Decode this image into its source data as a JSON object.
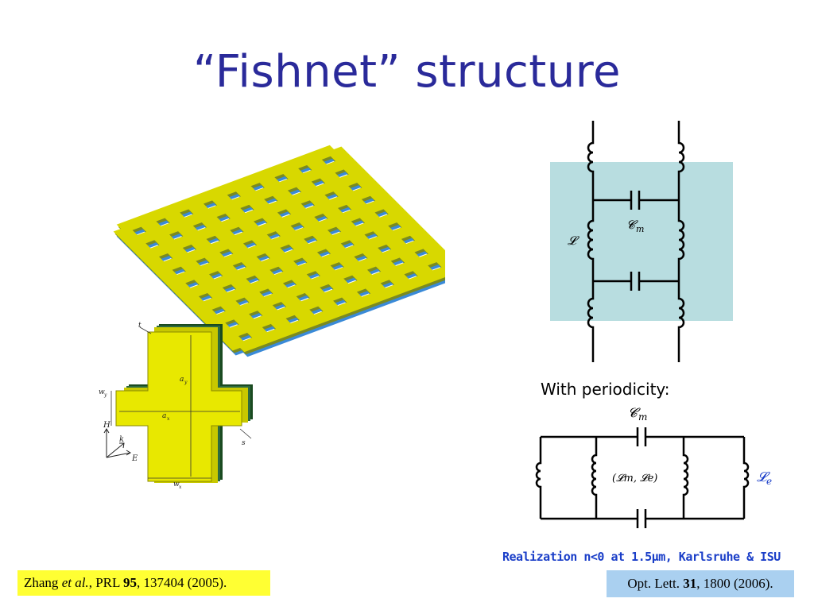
{
  "title": "“Fishnet” structure",
  "cross_labels": {
    "t": "t",
    "ay": "a",
    "ay_sub": "y",
    "ax": "a",
    "ax_sub": "x",
    "wy": "w",
    "wy_sub": "y",
    "wx": "w",
    "wx_sub": "x",
    "s": "s",
    "H": "H",
    "k": "k",
    "E": "E"
  },
  "circuit_top": {
    "L_label": "𝓛",
    "Cm_label": "𝓒",
    "Cm_sub": "m"
  },
  "periodicity_label": "With periodicity:",
  "circuit_bottom": {
    "Cm_label": "𝓒",
    "Cm_sub": "m",
    "center_label": "(𝓛m, 𝓛e)",
    "Le_label": "𝓛",
    "Le_sub": "e"
  },
  "realization": "Realization n<0 at 1.5μm, Karlsruhe & ISU",
  "ref_left": {
    "author": "Zhang ",
    "etal": "et al.",
    "journal": ", PRL ",
    "volume": "95",
    "rest": ", 137404 (2005)."
  },
  "ref_right": {
    "journal": "Opt. Lett. ",
    "volume": "31",
    "rest": ", 1800 (2006)."
  },
  "colors": {
    "title": "#2a2a9a",
    "gold": "#d8d800",
    "blue_layer": "#3a8ad8",
    "dark_layer": "#1a4a20",
    "panel": "#b8dde0",
    "realization": "#1a3ec8",
    "ref_left_bg": "#ffff33",
    "ref_right_bg": "#aad0f0"
  }
}
